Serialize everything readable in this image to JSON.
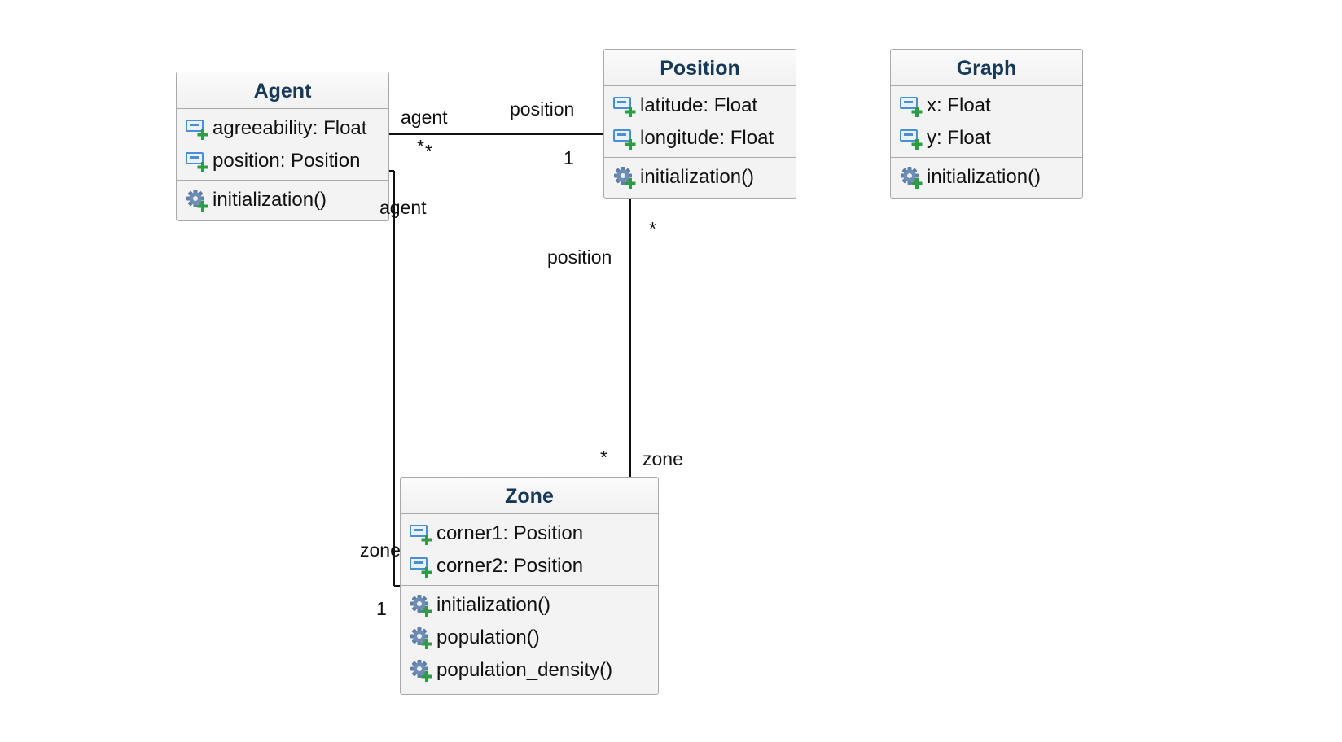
{
  "classes": {
    "agent": {
      "name": "Agent",
      "attributes": [
        "agreeability: Float",
        "position: Position"
      ],
      "operations": [
        "initialization()"
      ]
    },
    "position": {
      "name": "Position",
      "attributes": [
        "latitude: Float",
        "longitude: Float"
      ],
      "operations": [
        "initialization()"
      ]
    },
    "graph": {
      "name": "Graph",
      "attributes": [
        "x: Float",
        "y: Float"
      ],
      "operations": [
        "initialization()"
      ]
    },
    "zone": {
      "name": "Zone",
      "attributes": [
        "corner1: Position",
        "corner2: Position"
      ],
      "operations": [
        "initialization()",
        "population()",
        "population_density()"
      ]
    }
  },
  "associations": {
    "agent_position": {
      "agent_role": "agent",
      "agent_multiplicity": "*",
      "position_role": "position",
      "position_multiplicity": "1"
    },
    "agent_zone": {
      "agent_role": "agent",
      "agent_multiplicity": "*",
      "zone_role": "zone",
      "zone_multiplicity": "1"
    },
    "position_zone": {
      "position_role": "position",
      "position_multiplicity": "*",
      "zone_role": "zone",
      "zone_multiplicity": "*"
    }
  },
  "icons": {
    "attribute": "attribute-plus-icon",
    "operation": "operation-gear-plus-icon"
  },
  "colors": {
    "title_text": "#16395a",
    "box_border": "#a9a9a9",
    "box_fill": "#f3f3f3",
    "line": "#111111",
    "icon_blue": "#4a8fd1",
    "icon_plus": "#2e9b46"
  }
}
